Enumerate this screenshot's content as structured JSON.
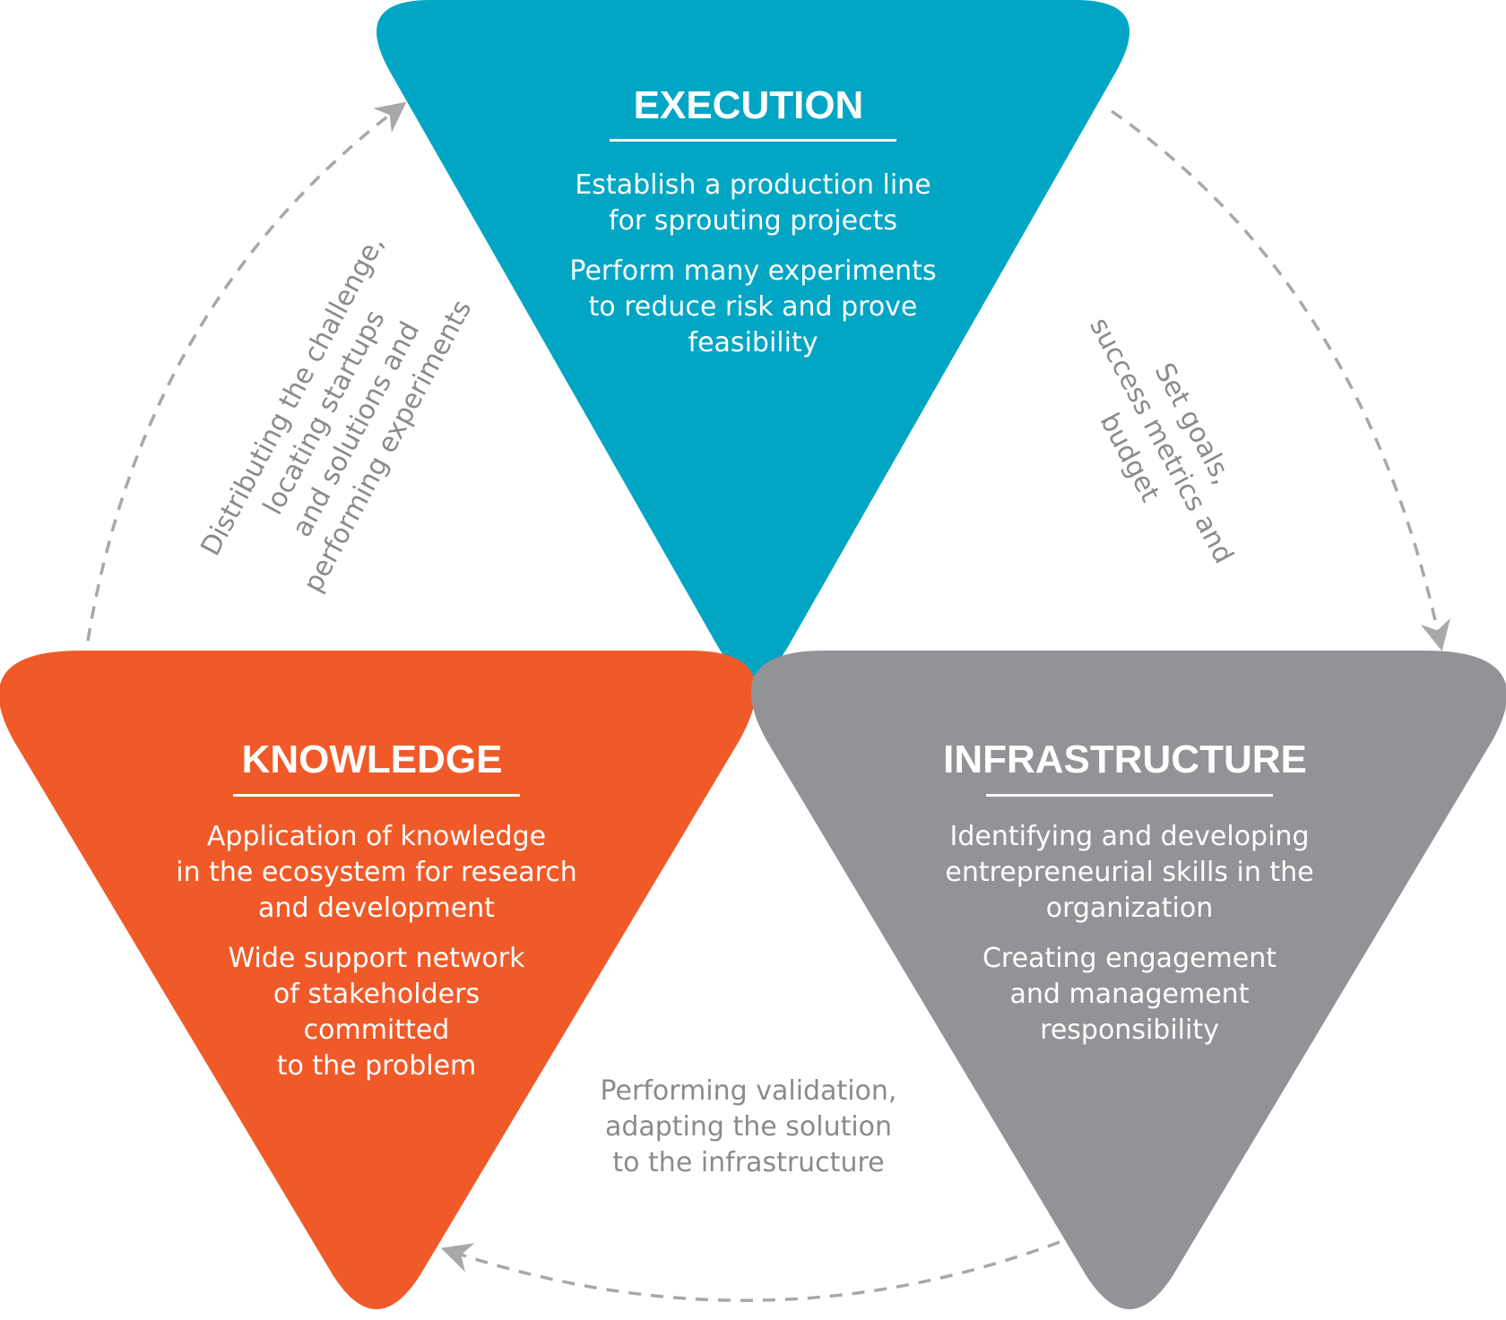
{
  "colors": {
    "execution": "#00a6c4",
    "knowledge": "#f05a28",
    "infrastructure": "#929396",
    "connector": "#a7a8aa",
    "label_text": "#8a8b8e"
  },
  "execution": {
    "title": "EXECUTION",
    "points": [
      [
        "Establish a production line",
        "for sprouting projects"
      ],
      [
        "Perform many experiments",
        "to reduce risk and prove",
        "feasibility"
      ]
    ]
  },
  "knowledge": {
    "title": "KNOWLEDGE",
    "points": [
      [
        "Application of knowledge",
        "in the ecosystem for research",
        "and development"
      ],
      [
        "Wide support network",
        "of stakeholders",
        "committed",
        "to the problem"
      ]
    ]
  },
  "infrastructure": {
    "title": "INFRASTRUCTURE",
    "points": [
      [
        "Identifying and developing",
        "entrepreneurial skills in the",
        "organization"
      ],
      [
        "Creating engagement",
        "and management",
        "responsibility"
      ]
    ]
  },
  "connectors": {
    "knowledge_to_execution": [
      "Distributing the challenge,",
      "locating startups",
      "and solutions and",
      "performing experiments"
    ],
    "execution_to_infrastructure": [
      "Set goals,",
      "success metrics and",
      "budget"
    ],
    "infrastructure_to_knowledge": [
      "Performing validation,",
      "adapting the solution",
      "to the infrastructure"
    ]
  }
}
